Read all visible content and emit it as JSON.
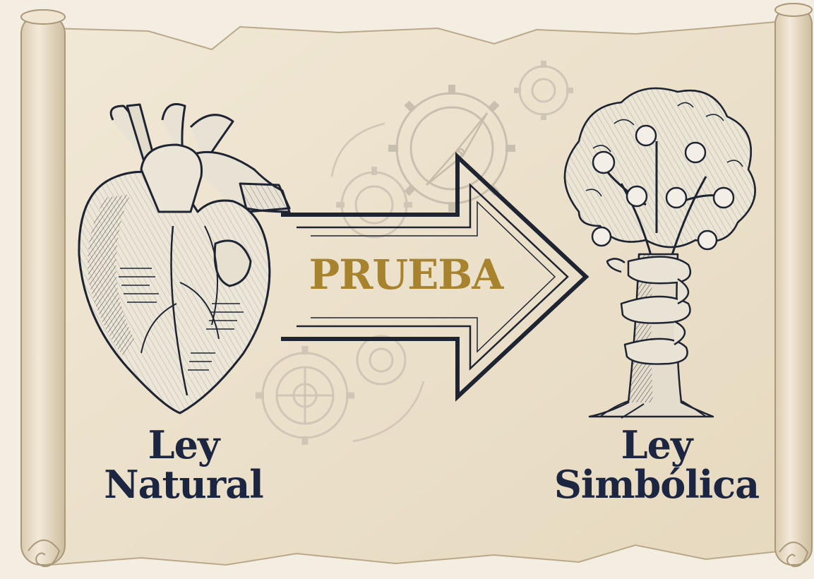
{
  "diagram": {
    "left_label": {
      "line1": "Ley",
      "line2": "Natural"
    },
    "right_label": {
      "line1": "Ley",
      "line2": "Simbólica"
    },
    "arrow_label": "PRUEBA"
  },
  "colors": {
    "background": "#f3ede2",
    "parchment": "#ede3cf",
    "parchment_edge": "#b9a98a",
    "ink": "#1f2433",
    "navy_text": "#1c2640",
    "gold_text": "#a8832e",
    "gear_line": "#c9bfae"
  },
  "icons": {
    "left": "anatomical-heart-icon",
    "right": "apple-tree-with-serpent-icon",
    "center": "arrow-right-icon",
    "background_decor": [
      "gear-icon",
      "compass-icon"
    ]
  }
}
